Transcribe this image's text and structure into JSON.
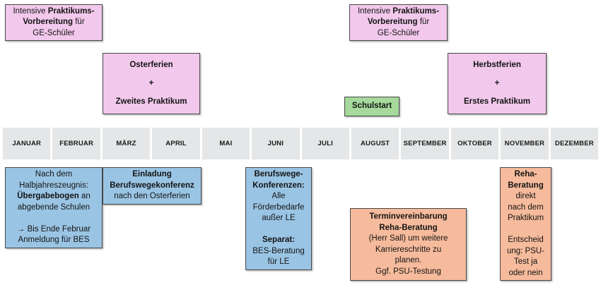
{
  "colors": {
    "pink": "#f2c8ec",
    "green": "#a6d99c",
    "blue": "#9ac4e4",
    "orange": "#f6bb9c",
    "month_cell_gray": "#e4e6e7"
  },
  "months": [
    "JANUAR",
    "FEBRUAR",
    "MÄRZ",
    "APRIL",
    "MAI",
    "JUNI",
    "JULI",
    "AUGUST",
    "SEPTEMBER",
    "OKTOBER",
    "NOVEMBER",
    "DEZEMBER"
  ],
  "boxes": {
    "praktikum_vorbereitung_left": {
      "lines": [
        [
          {
            "t": "Intensive ",
            "b": false
          },
          {
            "t": "Praktikums-",
            "b": true
          }
        ],
        [
          {
            "t": "Vorbereitung",
            "b": true
          },
          {
            "t": " für",
            "b": false
          }
        ],
        [
          {
            "t": "GE-Schüler",
            "b": false
          }
        ]
      ]
    },
    "osterferien": {
      "lines": [
        [
          {
            "t": "Osterferien",
            "b": true
          }
        ],
        [
          {
            "t": "+",
            "b": true
          }
        ],
        [
          {
            "t": "Zweites Praktikum",
            "b": true
          }
        ]
      ]
    },
    "praktikum_vorbereitung_right": {
      "lines": [
        [
          {
            "t": "Intensive ",
            "b": false
          },
          {
            "t": "Praktikums-",
            "b": true
          }
        ],
        [
          {
            "t": "Vorbereitung",
            "b": true
          },
          {
            "t": " für",
            "b": false
          }
        ],
        [
          {
            "t": "GE-Schüler",
            "b": false
          }
        ]
      ]
    },
    "schulstart": {
      "lines": [
        [
          {
            "t": "Schulstart",
            "b": true
          }
        ]
      ]
    },
    "herbstferien": {
      "lines": [
        [
          {
            "t": "Herbstferien",
            "b": true
          }
        ],
        [
          {
            "t": "+",
            "b": true
          }
        ],
        [
          {
            "t": "Erstes Praktikum",
            "b": true
          }
        ]
      ]
    },
    "uebergabebogen": {
      "lines": [
        [
          {
            "t": "Nach dem",
            "b": false
          }
        ],
        [
          {
            "t": "Halbjahreszeugnis:",
            "b": false
          }
        ],
        [
          {
            "t": "Übergabebogen",
            "b": true
          },
          {
            "t": " an",
            "b": false
          }
        ],
        [
          {
            "t": "abgebende Schulen",
            "b": false
          }
        ],
        [],
        [
          {
            "t": "→ Bis Ende Februar",
            "b": false
          }
        ],
        [
          {
            "t": "Anmeldung für BES",
            "b": false
          }
        ]
      ]
    },
    "einladung_berufswegekonferenz": {
      "lines": [
        [
          {
            "t": "Einladung",
            "b": true
          }
        ],
        [
          {
            "t": "Berufswegekonferenz",
            "b": true
          }
        ],
        [
          {
            "t": "nach den Osterferien",
            "b": false
          }
        ]
      ]
    },
    "berufswege_konferenzen": {
      "lines": [
        [
          {
            "t": "Berufswege-",
            "b": true
          }
        ],
        [
          {
            "t": "Konferenzen:",
            "b": true
          }
        ],
        [
          {
            "t": "Alle",
            "b": false
          }
        ],
        [
          {
            "t": "Förderbedarfe",
            "b": false
          }
        ],
        [
          {
            "t": "außer LE",
            "b": false
          }
        ],
        [],
        [
          {
            "t": "Separat:",
            "b": true
          }
        ],
        [
          {
            "t": "BES-Beratung",
            "b": false
          }
        ],
        [
          {
            "t": "für LE",
            "b": false
          }
        ]
      ]
    },
    "terminvereinbarung_reha": {
      "lines": [
        [
          {
            "t": "Terminvereinbarung",
            "b": true
          }
        ],
        [
          {
            "t": "Reha-Beratung",
            "b": true
          }
        ],
        [
          {
            "t": "(Herr Sall) um weitere",
            "b": false
          }
        ],
        [
          {
            "t": "Karriereschritte zu",
            "b": false
          }
        ],
        [
          {
            "t": "planen.",
            "b": false
          }
        ],
        [
          {
            "t": "Ggf. PSU-Testung",
            "b": false
          }
        ]
      ]
    },
    "reha_beratung": {
      "lines": [
        [
          {
            "t": "Reha-",
            "b": true
          }
        ],
        [
          {
            "t": "Beratung",
            "b": true
          }
        ],
        [
          {
            "t": "direkt",
            "b": false
          }
        ],
        [
          {
            "t": "nach dem",
            "b": false
          }
        ],
        [
          {
            "t": "Praktikum",
            "b": false
          }
        ],
        [],
        [
          {
            "t": "Entscheid",
            "b": false
          }
        ],
        [
          {
            "t": "ung: PSU-",
            "b": false
          }
        ],
        [
          {
            "t": "Test ja",
            "b": false
          }
        ],
        [
          {
            "t": "oder nein",
            "b": false
          }
        ]
      ]
    }
  }
}
